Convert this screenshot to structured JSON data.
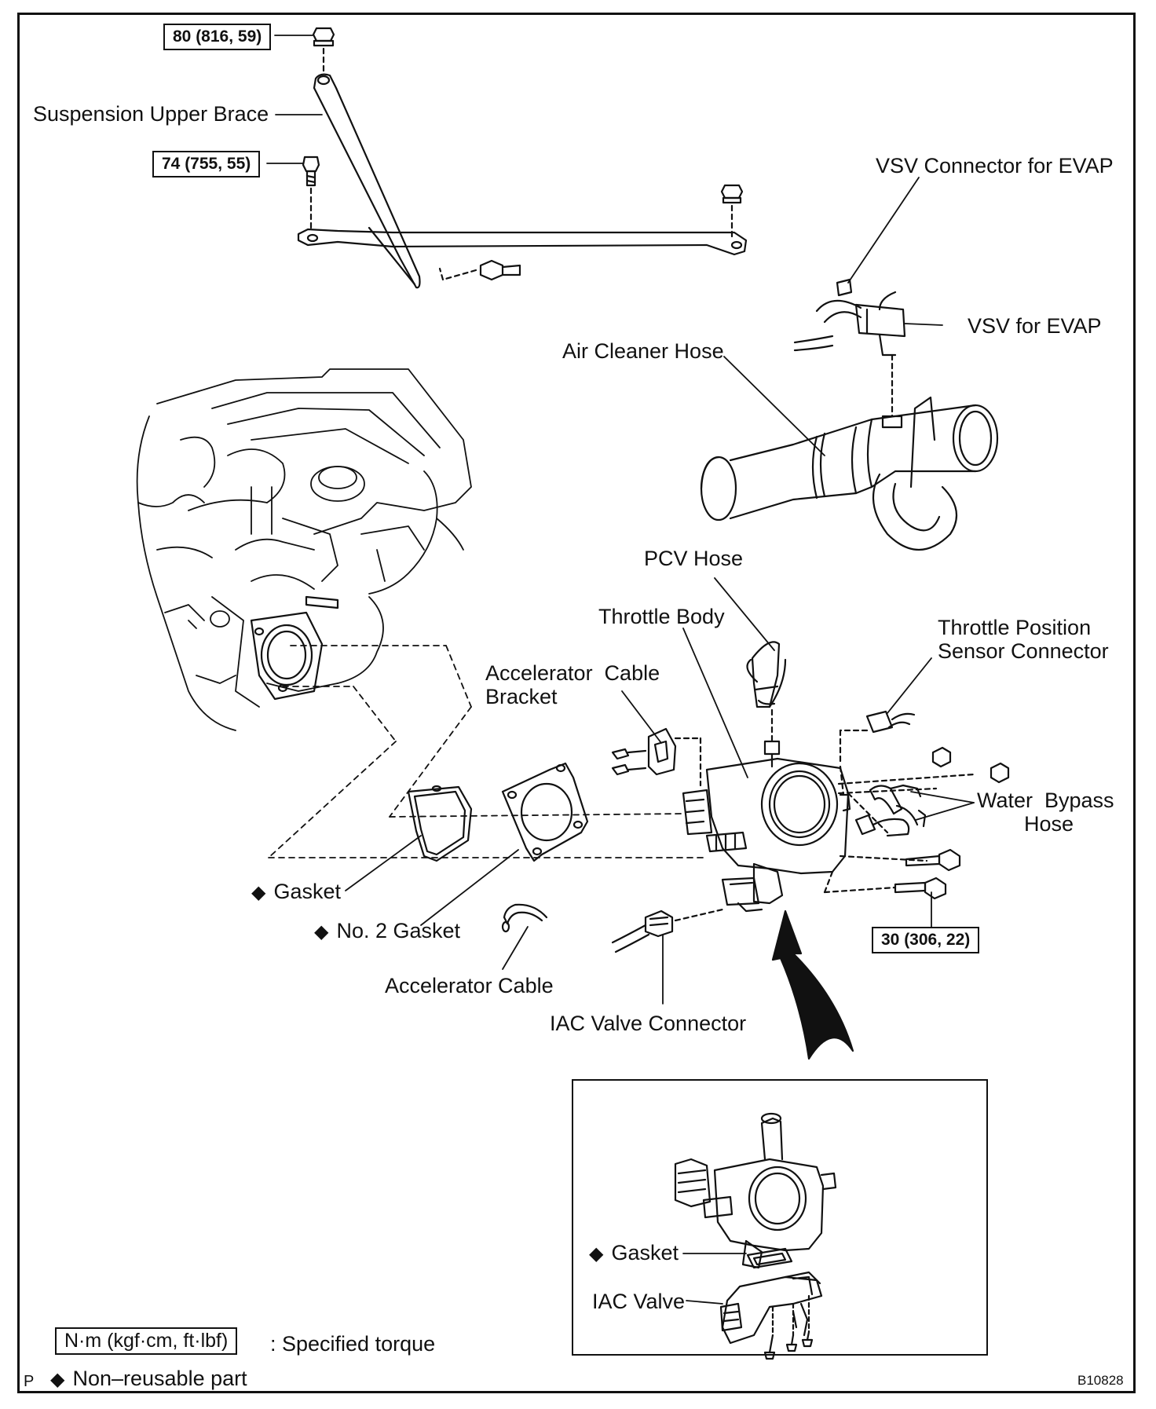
{
  "diagram": {
    "labels": {
      "suspension_upper_brace": "Suspension Upper Brace",
      "vsv_connector": "VSV Connector for EVAP",
      "vsv": "VSV for EVAP",
      "air_cleaner_hose": "Air Cleaner Hose",
      "pcv_hose": "PCV Hose",
      "throttle_body": "Throttle Body",
      "tps_connector": "Throttle Position\nSensor Connector",
      "accel_cable_bracket": "Accelerator  Cable\nBracket",
      "water_bypass_hose": "Water  Bypass\n        Hose",
      "gasket": "Gasket",
      "no2_gasket": "No. 2 Gasket",
      "accelerator_cable": "Accelerator Cable",
      "iac_valve_connector": "IAC Valve Connector",
      "inset_gasket": "Gasket",
      "iac_valve": "IAC Valve"
    },
    "torques": {
      "t1": "80 (816, 59)",
      "t2": "74 (755, 55)",
      "t3": "30 (306, 22)"
    },
    "legend": {
      "unit_box": "N·m (kgf·cm, ft·lbf)",
      "unit_desc": ": Specified torque",
      "nonreusable_symbol": "◆",
      "nonreusable_text": "Non–reusable part"
    },
    "corner_p": "P",
    "figure_code": "B10828"
  }
}
